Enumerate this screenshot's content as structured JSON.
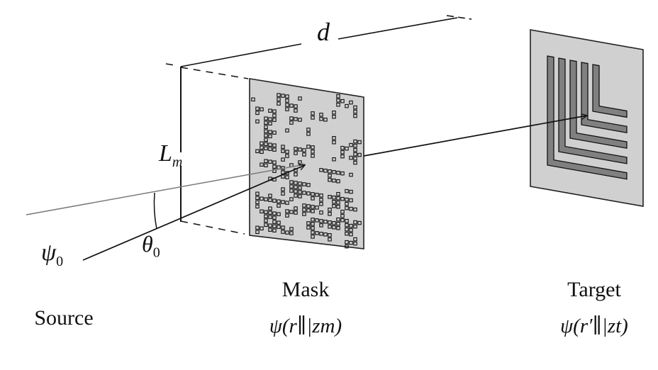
{
  "labels": {
    "d": "d",
    "Lm": "L",
    "Lm_sub": "m",
    "psi0": "ψ",
    "psi0_sub": "0",
    "theta0": "θ",
    "theta0_sub": "0",
    "source": "Source",
    "mask_title": "Mask",
    "mask_formula": "ψ(r∥|zm)",
    "target_title": "Target",
    "target_formula": "ψ(r′∥|zt)"
  },
  "colors": {
    "plate": "#d0d0d0",
    "target_bars": "#808080",
    "ray_gray": "#7a7a7a",
    "ink": "#111111"
  }
}
